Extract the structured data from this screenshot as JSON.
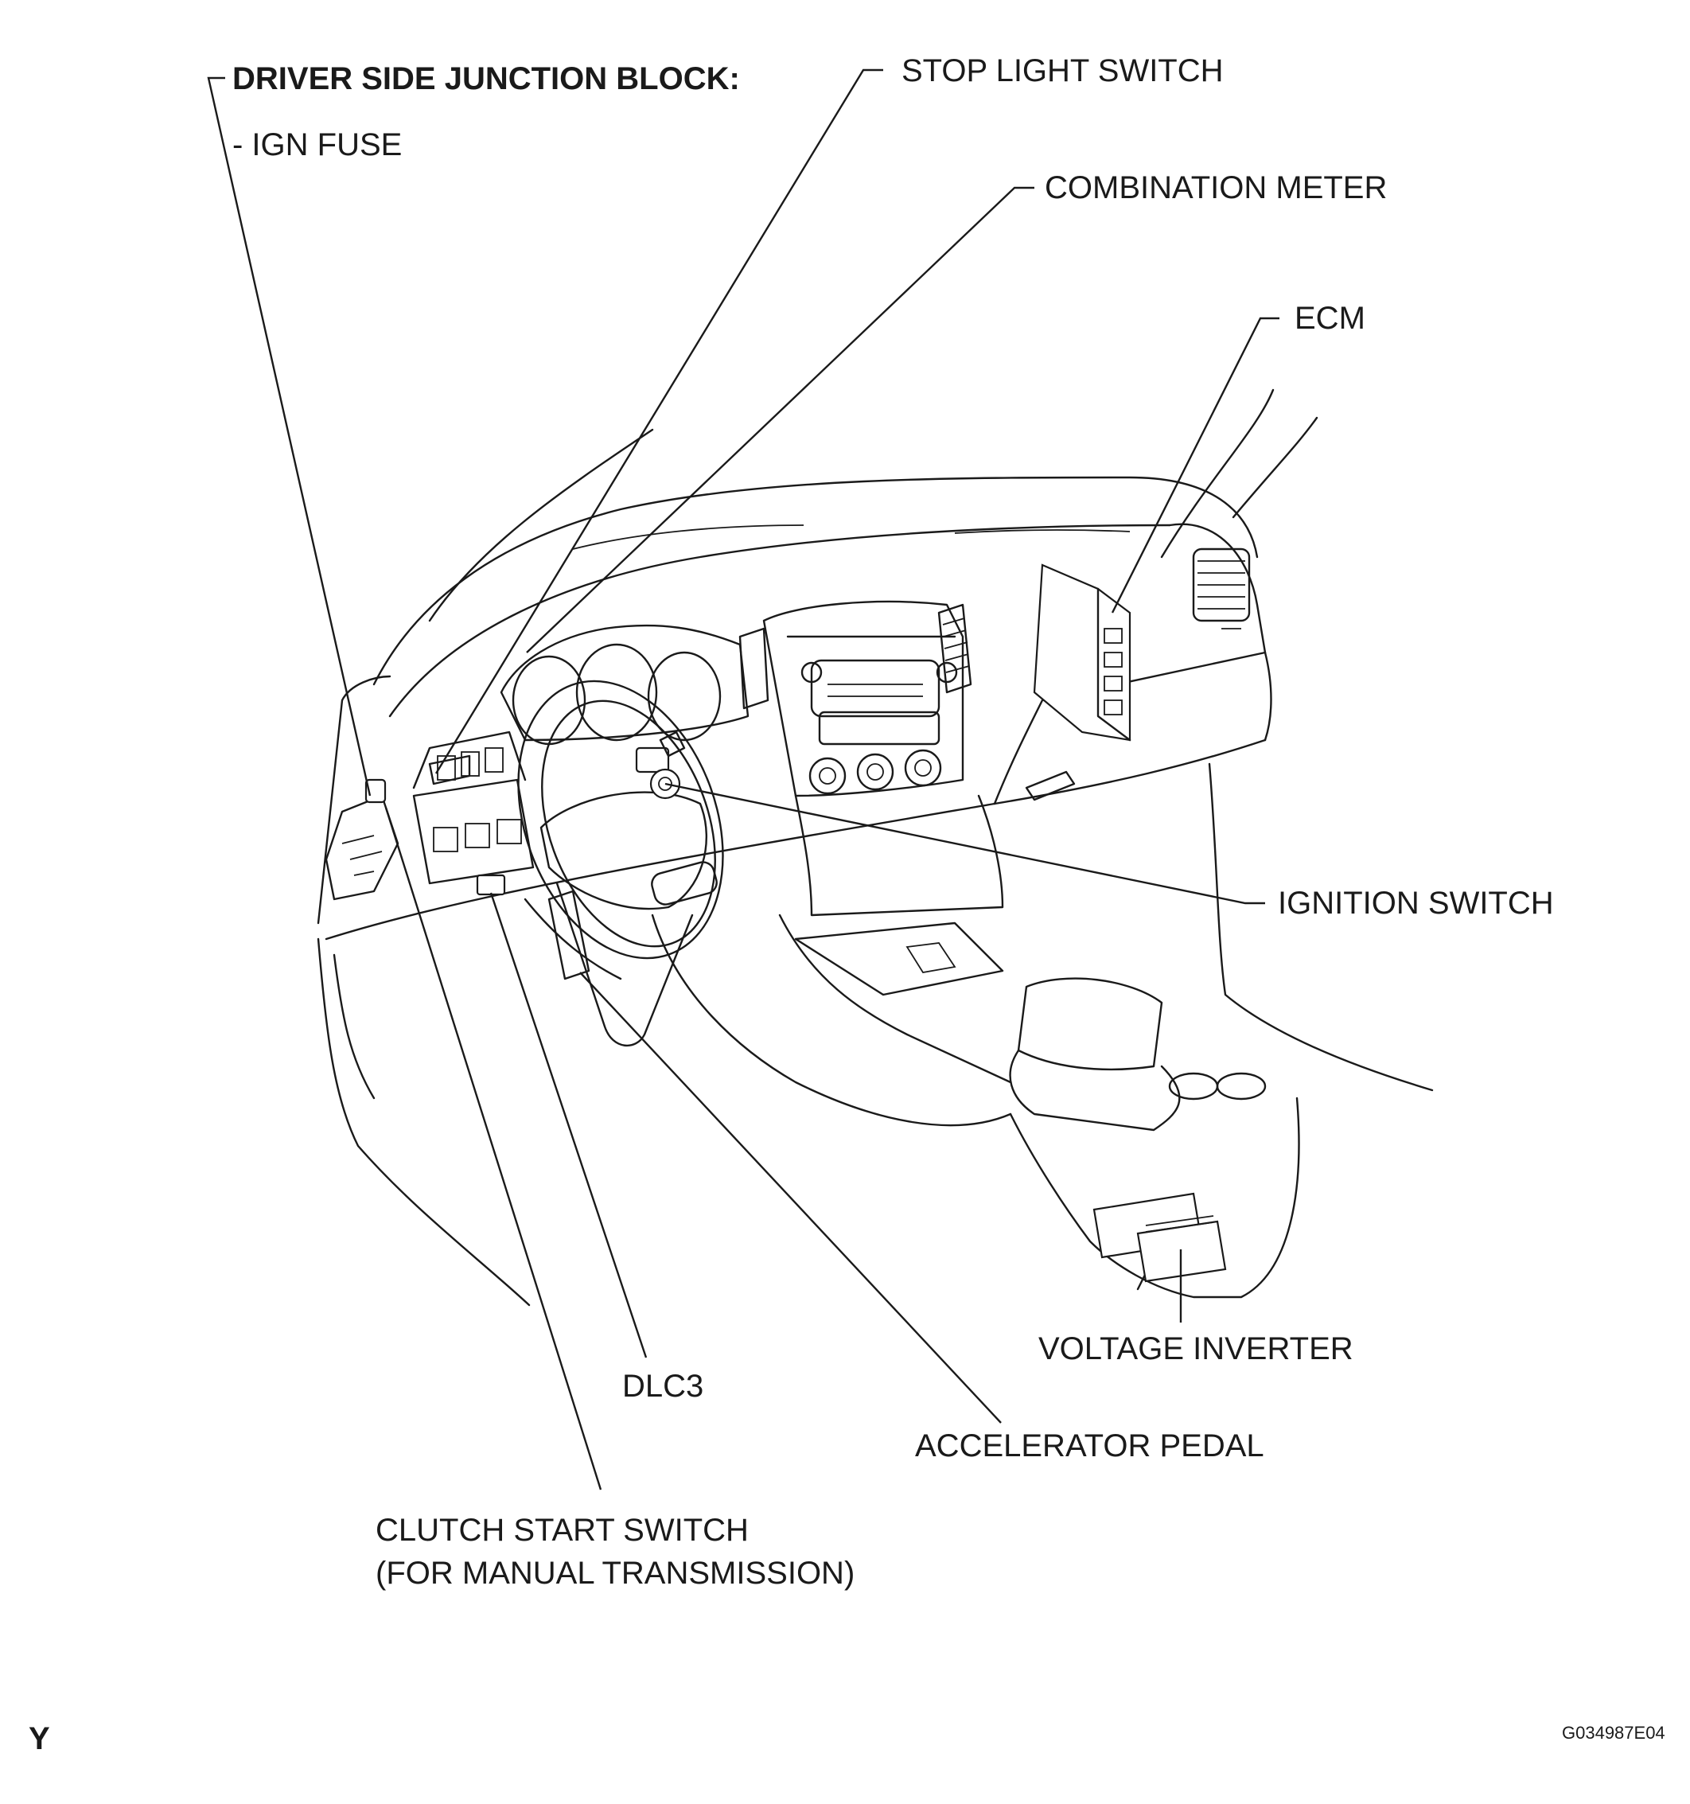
{
  "labels": {
    "driver_side_junction_block": "DRIVER SIDE JUNCTION BLOCK:",
    "ign_fuse": "- IGN FUSE",
    "stop_light_switch": "STOP LIGHT SWITCH",
    "combination_meter": "COMBINATION METER",
    "ecm": "ECM",
    "ignition_switch": "IGNITION SWITCH",
    "voltage_inverter": "VOLTAGE INVERTER",
    "dlc3": "DLC3",
    "accelerator_pedal": "ACCELERATOR PEDAL",
    "clutch_start_switch_line1": "CLUTCH START SWITCH",
    "clutch_start_switch_line2": "(FOR MANUAL TRANSMISSION)"
  },
  "footer": {
    "corner_letter": "Y",
    "figure_code": "G034987E04"
  }
}
